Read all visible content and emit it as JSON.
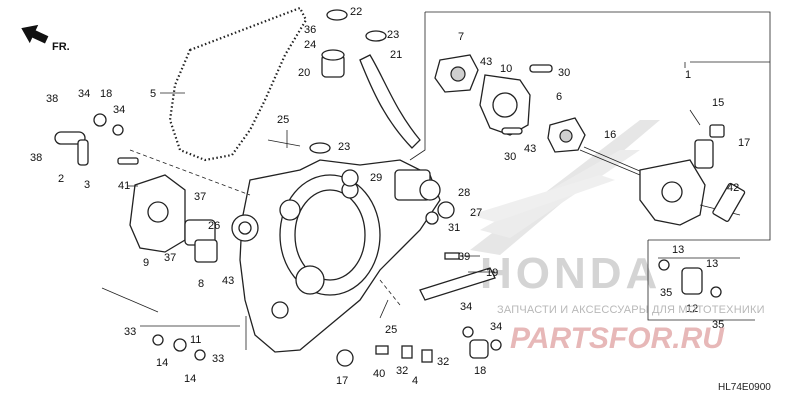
{
  "direction_label": "FR.",
  "diagram_code": "HL74E0900",
  "watermark": {
    "title": "ЗАПЧАСТИ И АКСЕССУАРЫ ДЛЯ МОТОТЕХНИКИ",
    "logo": "PARTSFOR.RU"
  },
  "background_logo": "HONDA",
  "callouts": {
    "c1": "1",
    "c2": "2",
    "c3": "3",
    "c4": "4",
    "c5": "5",
    "c6": "6",
    "c7": "7",
    "c8": "8",
    "c9": "9",
    "c10": "10",
    "c11": "11",
    "c12": "12",
    "c13a": "13",
    "c13b": "13",
    "c14a": "14",
    "c14b": "14",
    "c15": "15",
    "c16": "16",
    "c17a": "17",
    "c17b": "17",
    "c18a": "18",
    "c18b": "18",
    "c19": "19",
    "c20": "20",
    "c21": "21",
    "c22": "22",
    "c23a": "23",
    "c23b": "23",
    "c24": "24",
    "c25a": "25",
    "c25b": "25",
    "c26": "26",
    "c27": "27",
    "c28": "28",
    "c29": "29",
    "c30a": "30",
    "c30b": "30",
    "c31": "31",
    "c32a": "32",
    "c32b": "32",
    "c33a": "33",
    "c33b": "33",
    "c34a": "34",
    "c34b": "34",
    "c34c": "34",
    "c34d": "34",
    "c35a": "35",
    "c35b": "35",
    "c36": "36",
    "c37a": "37",
    "c37b": "37",
    "c38a": "38",
    "c38b": "38",
    "c39": "39",
    "c40": "40",
    "c41": "41",
    "c42": "42",
    "c43a": "43",
    "c43b": "43",
    "c43c": "43"
  }
}
